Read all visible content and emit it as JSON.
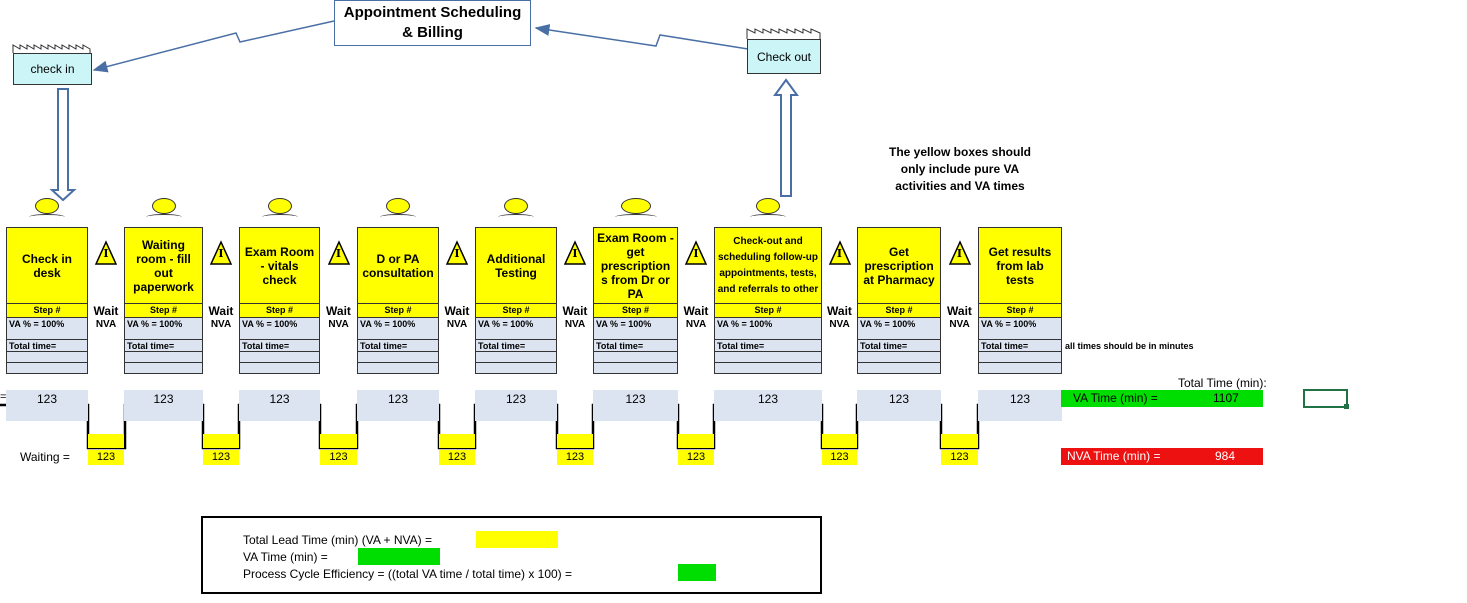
{
  "header": {
    "title_line1": "Appointment Scheduling",
    "title_line2": "& Billing"
  },
  "factories": {
    "left": "check in",
    "right": "Check out"
  },
  "note": {
    "line1": "The yellow boxes should",
    "line2": "only include pure VA",
    "line3": "activities and VA times"
  },
  "processes": [
    {
      "name": "Check in desk",
      "step": "Step #",
      "va": "VA % = 100%",
      "total": "Total time="
    },
    {
      "name": "Waiting room - fill out paperwork",
      "step": "Step #",
      "va": "VA % = 100%",
      "total": "Total time="
    },
    {
      "name": "Exam Room - vitals check",
      "step": "Step #",
      "va": "VA % = 100%",
      "total": "Total time="
    },
    {
      "name": "D or PA consultation",
      "step": "Step #",
      "va": "VA % = 100%",
      "total": "Total time="
    },
    {
      "name": "Additional Testing",
      "step": "Step #",
      "va": "VA % = 100%",
      "total": "Total time="
    },
    {
      "name": "Exam Room - get prescription s from Dr or PA",
      "step": "Step #",
      "va": "VA % = 100%",
      "total": "Total time="
    },
    {
      "name": "Check-out and scheduling follow-up appointments, tests, and referrals to other",
      "step": "Step #",
      "va": "VA % = 100%",
      "total": "Total time="
    },
    {
      "name": "Get prescription at Pharmacy",
      "step": "Step #",
      "va": "VA % = 100%",
      "total": "Total time="
    },
    {
      "name": "Get results from lab tests",
      "step": "Step #",
      "va": "VA % = 100%",
      "total": "Total time="
    }
  ],
  "wait_labels": {
    "line1": "Wait",
    "line2": "NVA"
  },
  "inventory_icon": "I",
  "minutes_note": "all times should be in minutes",
  "timeline": {
    "va_values": [
      "123",
      "123",
      "123",
      "123",
      "123",
      "123",
      "123",
      "123",
      "123"
    ],
    "wait_values": [
      "123",
      "123",
      "123",
      "123",
      "123",
      "123",
      "123",
      "123"
    ],
    "waiting_label": "Waiting =",
    "left_marker": "="
  },
  "totals": {
    "header": "Total Time (min):",
    "va_label": "VA Time (min) =",
    "va_value": "1107",
    "nva_label": "NVA Time (min) =",
    "nva_value": "984"
  },
  "summary": {
    "lead": "Total Lead Time (min) (VA + NVA) =",
    "va": "VA Time (min) =",
    "pce": "Process Cycle Efficiency = ((total VA time / total time) x 100) ="
  },
  "colors": {
    "yellow": "#ffff00",
    "green": "#00dd00",
    "red": "#ee1111",
    "cyan": "#ccf5f8",
    "slate": "#dbe4f0"
  },
  "icons": [
    "operator-icon",
    "inventory-triangle-icon",
    "factory-icon",
    "push-arrow-icon"
  ]
}
